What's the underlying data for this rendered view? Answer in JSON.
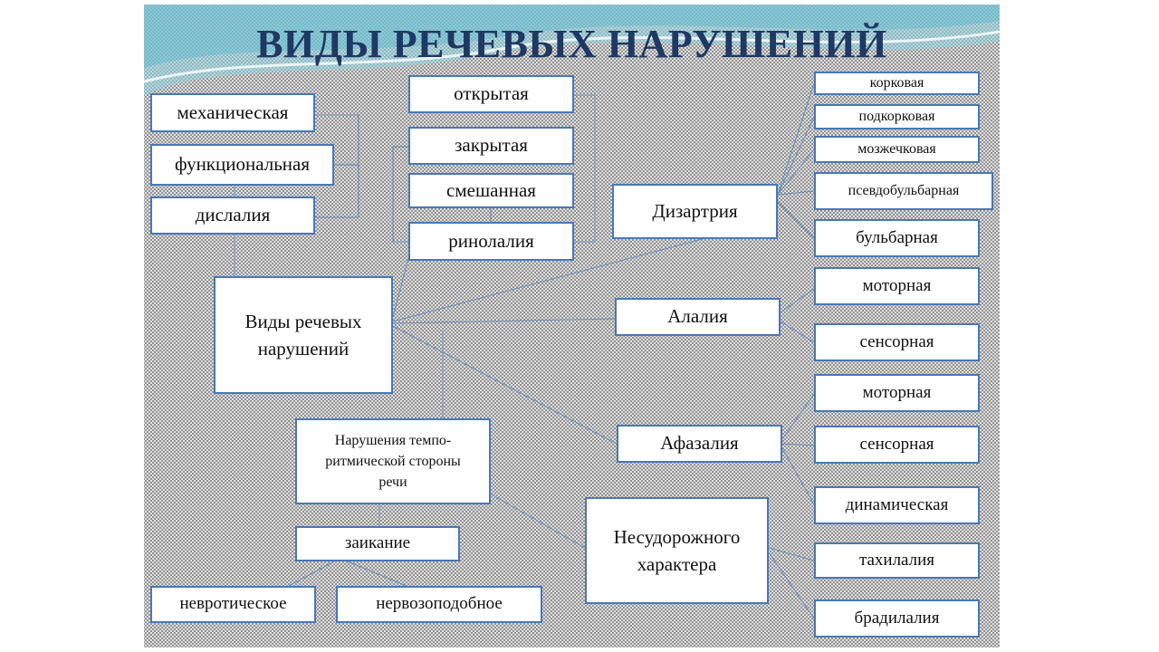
{
  "title": "ВИДЫ РЕЧЕВЫХ НАРУШЕНИЙ",
  "colors": {
    "title": "#1f3864",
    "box_border": "#4a78b4",
    "line": "#6a8cb8",
    "wave": "#6fc3d6"
  },
  "nodes": {
    "center": "Виды речевых нарушений",
    "mechanical": "механическая",
    "functional": "функциональная",
    "dyslalia": "дислалия",
    "open": "открытая",
    "closed": "закрытая",
    "mixed": "смешанная",
    "rhinolalia": "ринолалия",
    "dysarthria": "Дизартрия",
    "cortical": "корковая",
    "subcortical": "подкорковая",
    "cerebellar": "мозжечковая",
    "pseudobulbar": "псевдобульбарная",
    "bulbar": "бульбарная",
    "alalia": "Алалия",
    "alalia_motor": "моторная",
    "alalia_sensory": "сенсорная",
    "aphasia": "Афазалия",
    "aphasia_motor": "моторная",
    "aphasia_sensory": "сенсорная",
    "aphasia_dynamic": "динамическая",
    "tempo": "Нарушения темпо-ритмической стороны речи",
    "stuttering": "заикание",
    "neurotic": "невротическое",
    "neurosis_like": "нервозоподобное",
    "non_convulsive": "Несудорожного характера",
    "tachylalia": "тахилалия",
    "bradylalia": "брадилалия"
  }
}
